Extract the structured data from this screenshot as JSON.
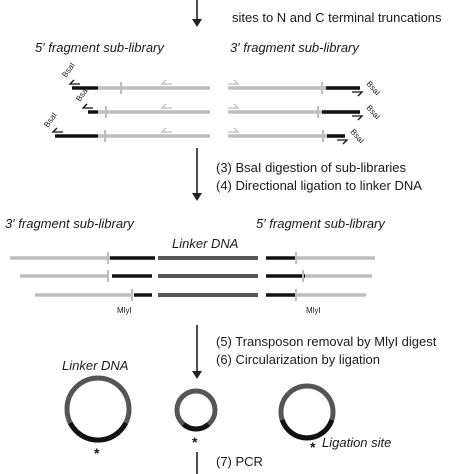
{
  "step_top_partial": "sites to N and C terminal truncations",
  "headers": {
    "five_prime_sublibrary": "5′ fragment sub-library",
    "three_prime_sublibrary": "3′ fragment sub-library"
  },
  "enzyme_bsai": "BsaI",
  "steps_middle": {
    "step3": "(3) BsaI digestion of sub-libraries",
    "step4": "(4) Directional ligation to linker DNA"
  },
  "assembly": {
    "left_header": "3′ fragment sub-library",
    "right_header": "5′ fragment sub-library",
    "linker_label": "Linker DNA",
    "mlyi_label": "MlyI"
  },
  "steps_lower": {
    "step5": "(5) Transposon removal by MlyI digest",
    "step6": "(6) Circularization by ligation"
  },
  "circles": {
    "linker_label": "Linker DNA",
    "ligation_site_label": "Ligation site",
    "asterisk": "*"
  },
  "step_bottom": "(7) PCR",
  "colors": {
    "light_dna": "#bdbdbd",
    "dark_dna": "#111111",
    "linker_dna": "#555555",
    "text": "#1a1a1a"
  }
}
